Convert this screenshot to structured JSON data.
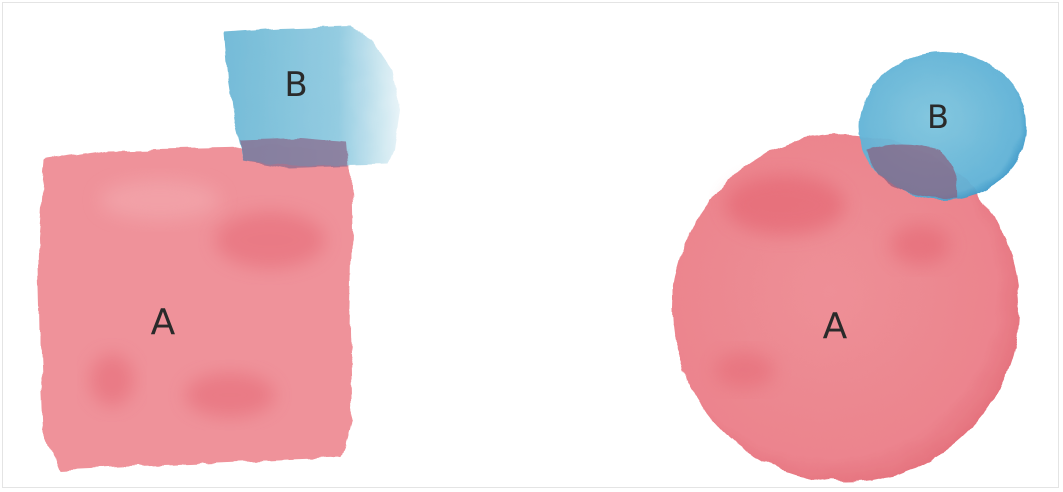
{
  "diagram": {
    "left_pair": {
      "large_shape": {
        "label": "A",
        "shape": "square",
        "color": "#e8636f"
      },
      "small_shape": {
        "label": "B",
        "shape": "square",
        "color": "#5cb0d0"
      }
    },
    "right_pair": {
      "large_shape": {
        "label": "A",
        "shape": "circle",
        "color": "#e8636f"
      },
      "small_shape": {
        "label": "B",
        "shape": "circle",
        "color": "#3f9fcd"
      }
    },
    "overlap_color": "#8a5f7e",
    "background": "#ffffff"
  }
}
